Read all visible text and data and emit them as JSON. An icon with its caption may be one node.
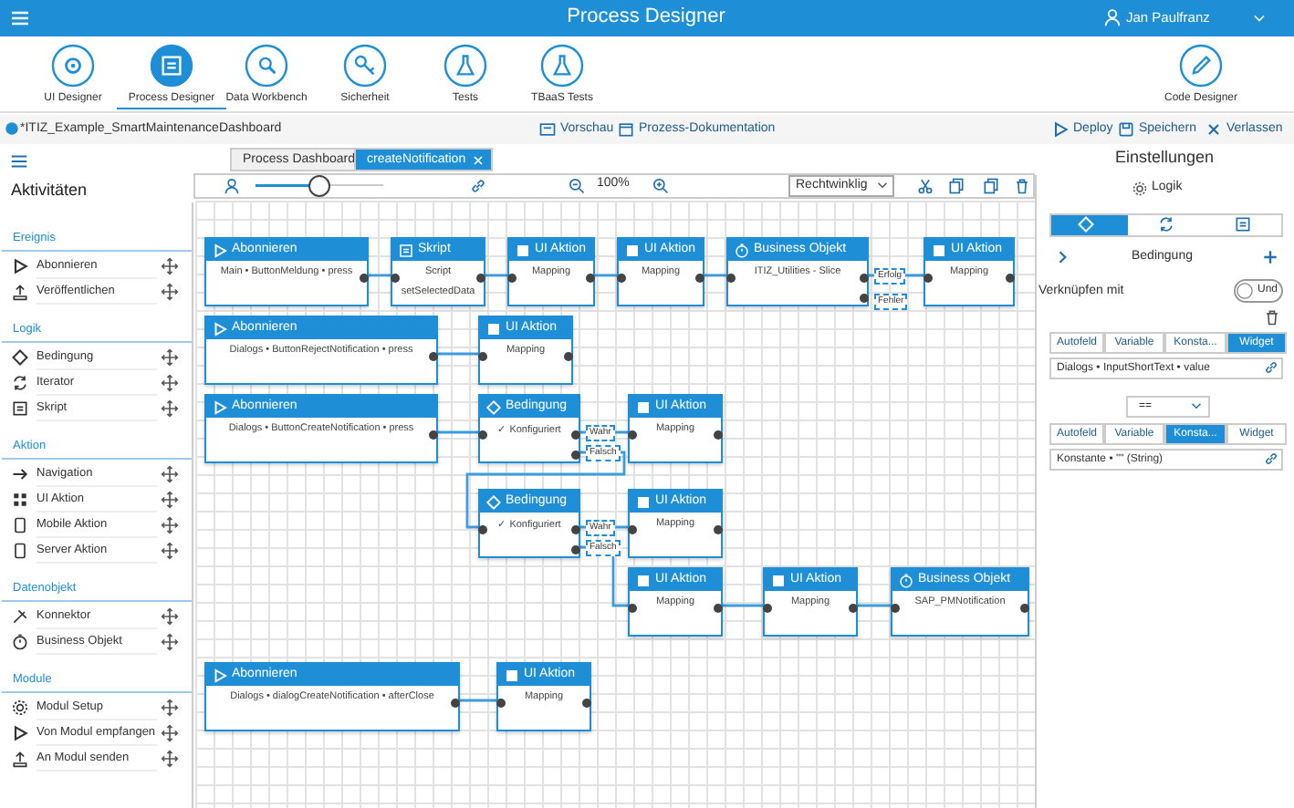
{
  "diagram": {
    "title": "Process Designer",
    "nodes": [
      {
        "text": [
          "Abonnieren",
          "Main • ButtonMeldung • press"
        ]
      },
      {
        "text": [
          "Skript",
          "Script",
          "setSelectedData"
        ]
      },
      {
        "text": [
          "UI Aktion",
          "Mapping"
        ]
      },
      {
        "text": [
          "UI Aktion",
          "Mapping"
        ]
      },
      {
        "text": [
          "Business Objekt",
          "ITIZ_Utilities - Slice"
        ]
      },
      {
        "text": [
          "UI Aktion",
          "Mapping"
        ]
      },
      {
        "text": [
          "Abonnieren",
          "Dialogs • ButtonRejectNotification • press"
        ]
      },
      {
        "text": [
          "UI Aktion",
          "Mapping"
        ]
      },
      {
        "text": [
          "Abonnieren",
          "Dialogs • ButtonCreateNotification • press"
        ]
      },
      {
        "text": [
          "Bedingung",
          "✓ Konfiguriert"
        ]
      },
      {
        "text": [
          "UI Aktion",
          "Mapping"
        ]
      },
      {
        "text": [
          "Bedingung",
          "✓ Konfiguriert"
        ]
      },
      {
        "text": [
          "UI Aktion",
          "Mapping"
        ]
      },
      {
        "text": [
          "UI Aktion",
          "Mapping"
        ]
      },
      {
        "text": [
          "UI Aktion",
          "Mapping"
        ]
      },
      {
        "text": [
          "Business Objekt",
          "SAP_PMNotification"
        ]
      },
      {
        "text": [
          "Abonnieren",
          "Dialogs • dialogCreateNotification • afterClose"
        ]
      },
      {
        "text": [
          "UI Aktion",
          "Mapping"
        ]
      }
    ],
    "edges": [
      {
        "from": 0,
        "to": 1,
        "arrow": "none"
      },
      {
        "from": 1,
        "to": 2,
        "arrow": "none"
      },
      {
        "from": 2,
        "to": 3,
        "arrow": "none"
      },
      {
        "from": 3,
        "to": 4,
        "arrow": "none"
      },
      {
        "from": 4,
        "to": 5,
        "arrow": "none",
        "label": "Erfolg"
      },
      {
        "from": 6,
        "to": 7,
        "arrow": "none"
      },
      {
        "from": 8,
        "to": 9,
        "arrow": "none"
      },
      {
        "from": 9,
        "to": 10,
        "arrow": "none",
        "label": "Wahr"
      },
      {
        "from": 9,
        "to": 11,
        "arrow": "none",
        "label": "Falsch"
      },
      {
        "from": 11,
        "to": 12,
        "arrow": "none",
        "label": "Wahr"
      },
      {
        "from": 11,
        "to": 13,
        "arrow": "none",
        "label": "Falsch"
      },
      {
        "from": 13,
        "to": 14,
        "arrow": "none"
      },
      {
        "from": 14,
        "to": 15,
        "arrow": "none"
      },
      {
        "from": 16,
        "to": 17,
        "arrow": "none"
      }
    ],
    "labels": [
      "Jan Paulfranz",
      "UI Designer",
      "Process Designer",
      "Data Workbench",
      "Sicherheit",
      "Tests",
      "TBaaS Tests",
      "Code Designer",
      "*ITIZ_Example_SmartMaintenanceDashboard",
      "Vorschau",
      "Prozess-Dokumentation",
      "Deploy",
      "Speichern",
      "Verlassen",
      "Process Dashboard",
      "createNotification",
      "100%",
      "Rechtwinklig",
      "Aktivitäten",
      "Ereignis",
      "Abonnieren",
      "Veröffentlichen",
      "Logik",
      "Bedingung",
      "Iterator",
      "Skript",
      "Aktion",
      "Navigation",
      "UI Aktion",
      "Mobile Aktion",
      "Server Aktion",
      "Datenobjekt",
      "Konnektor",
      "Business Objekt",
      "Module",
      "Modul Setup",
      "Von Modul empfangen",
      "An Modul senden",
      "Fehler",
      "Einstellungen",
      "Logik",
      "Bedingung",
      "Verknüpfen mit",
      "Und",
      "Autofeld",
      "Variable",
      "Konsta...",
      "Widget",
      "Dialogs • InputShortText • value",
      "==",
      "Autofeld",
      "Variable",
      "Konsta...",
      "Widget",
      "Konstante • \"\" (String)"
    ]
  }
}
